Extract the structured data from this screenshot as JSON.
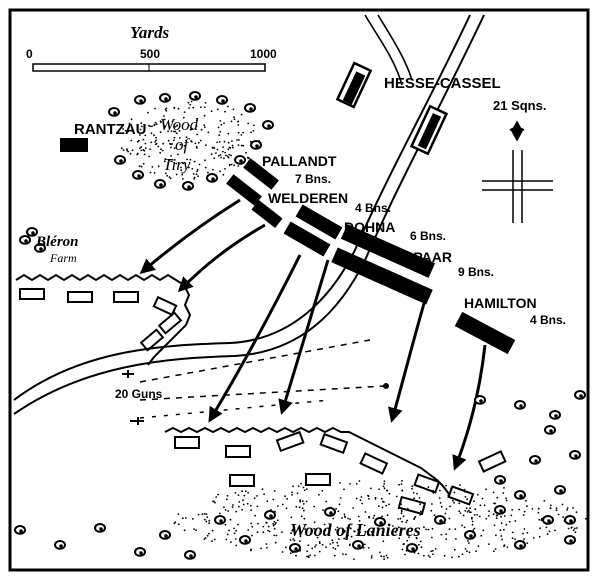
{
  "scale": {
    "title": "Yards",
    "ticks": [
      "0",
      "500",
      "1000"
    ]
  },
  "places": {
    "wood_tiry": [
      "Wood",
      "of",
      "Tiry"
    ],
    "bleron": "Bléron",
    "bleron_farm": "Farm",
    "wood_lanieres": "Wood of Lanieres"
  },
  "units": [
    {
      "name": "HESSE-CASSEL",
      "strength": "21 Sqns."
    },
    {
      "name": "RANTZAU",
      "strength": ""
    },
    {
      "name": "PALLANDT",
      "strength": "7 Bns."
    },
    {
      "name": "WELDEREN",
      "strength": "4 Bns."
    },
    {
      "name": "DOHNA",
      "strength": "6 Bns."
    },
    {
      "name": "SPAAR",
      "strength": "9 Bns."
    },
    {
      "name": "HAMILTON",
      "strength": "4 Bns."
    }
  ],
  "guns": "20 Guns",
  "colors": {
    "ink": "#000000",
    "paper": "#ffffff"
  },
  "icons": [
    "north-cross-icon",
    "tree-icon",
    "arrow-icon"
  ]
}
